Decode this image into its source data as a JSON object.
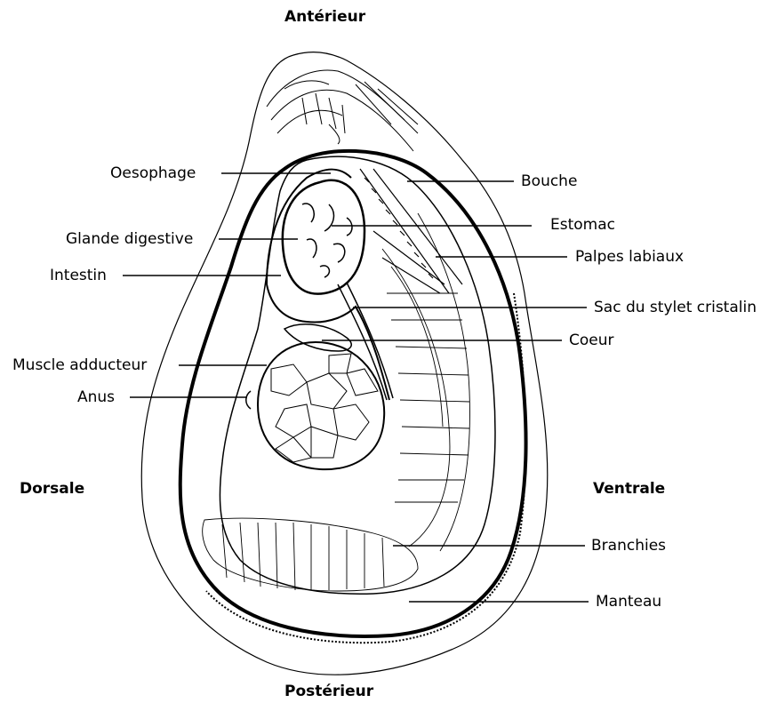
{
  "orientation": {
    "top": "Antérieur",
    "bottom": "Postérieur",
    "left": "Dorsale",
    "right": "Ventrale"
  },
  "labels": {
    "oesophage": "Oesophage",
    "glande_digestive": "Glande digestive",
    "intestin": "Intestin",
    "muscle_adducteur": "Muscle adducteur",
    "anus": "Anus",
    "bouche": "Bouche",
    "estomac": "Estomac",
    "palpes_labiaux": "Palpes labiaux",
    "sac_stylet": "Sac du stylet cristalin",
    "coeur": "Coeur",
    "branchies": "Branchies",
    "manteau": "Manteau"
  },
  "colors": {
    "ink": "#000000",
    "background": "#ffffff"
  }
}
